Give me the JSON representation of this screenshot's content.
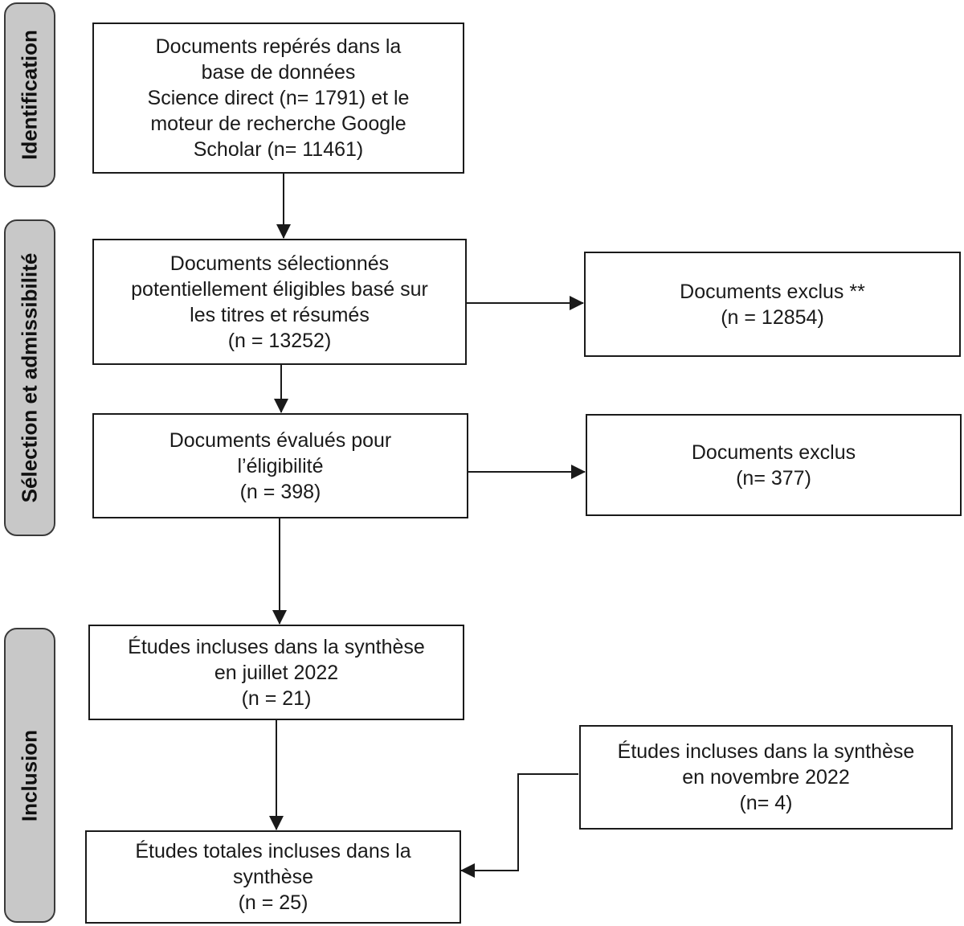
{
  "phases": {
    "identification": "Identification",
    "selection": "Sélection et admissibilité",
    "inclusion": "Inclusion"
  },
  "boxes": {
    "identified": "Documents repérés dans la\nbase de données\nScience direct (n= 1791) et le\nmoteur de recherche Google\nScholar (n= 11461)",
    "screened": "Documents sélectionnés\npotentiellement éligibles basé sur\nles titres et résumés\n(n = 13252)",
    "excluded_screening": "Documents exclus **\n(n = 12854)",
    "assessed": "Documents évalués pour\nl’éligibilité\n(n = 398)",
    "excluded_eligibility": "Documents exclus\n(n= 377)",
    "included_july": "Études incluses dans la synthèse\nen juillet 2022\n(n = 21)",
    "included_november": "Études incluses dans la synthèse\nen novembre 2022\n(n= 4)",
    "total_included": "Études totales incluses dans la\nsynthèse\n(n = 25)"
  },
  "colors": {
    "phase_fill": "#c8c8c8",
    "line": "#1a1a1a"
  }
}
